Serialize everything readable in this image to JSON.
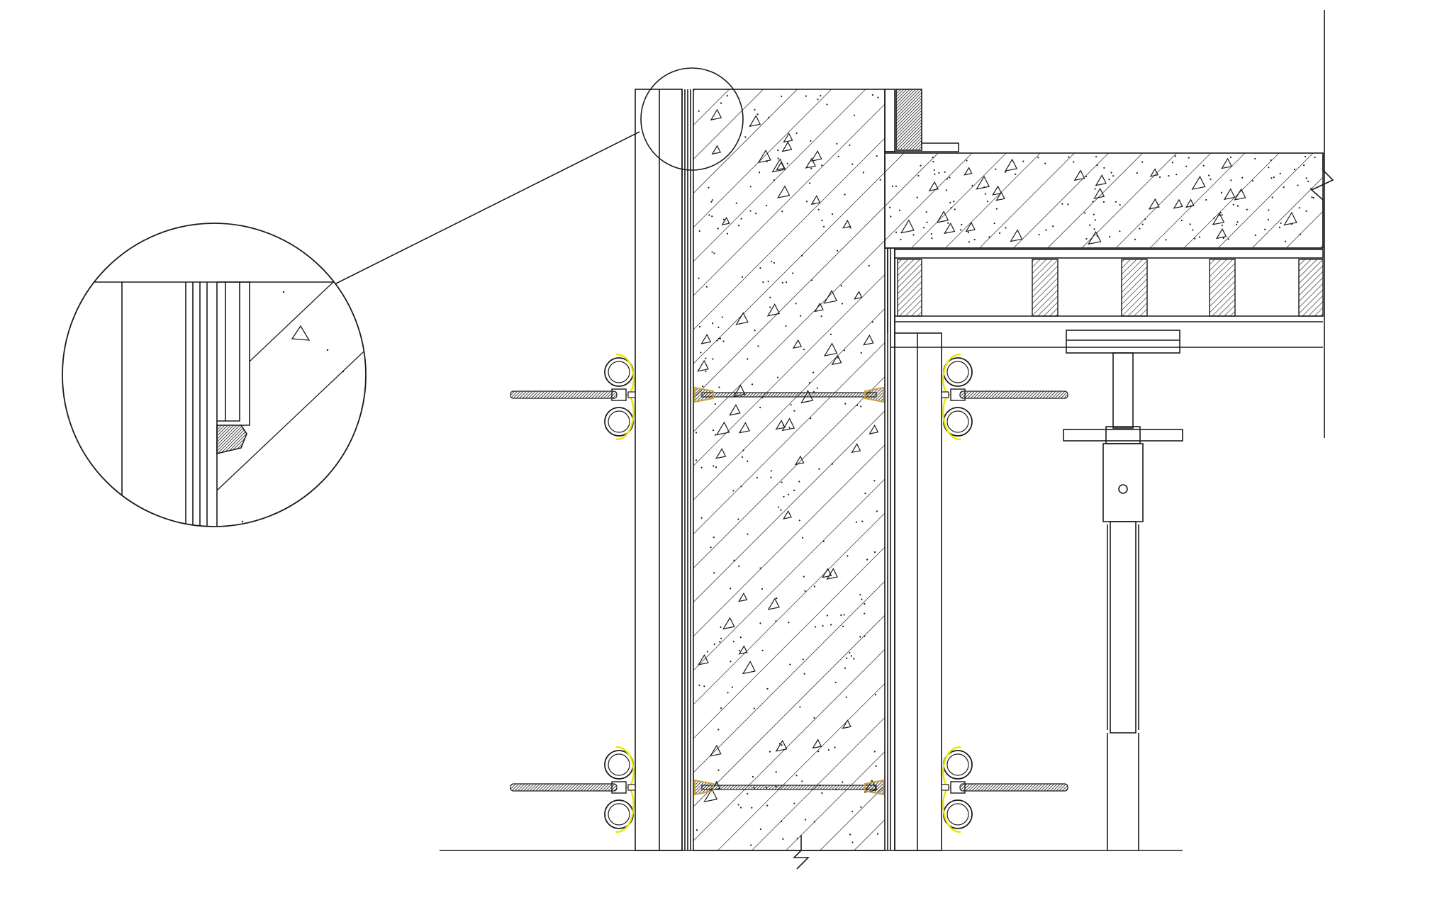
{
  "drawing": {
    "kind": "cad-section-detail",
    "subject": "formwork-wall-slab-junction",
    "background": "#ffffff",
    "line_color": "#1a1a1a",
    "highlight_color": "#e8e800",
    "tie_cone_color": "#c8a040",
    "components": [
      "concrete-wall",
      "concrete-slab",
      "wall-formwork-outer",
      "wall-formwork-inner",
      "slab-formwork-deck",
      "timber-joists",
      "double-tube-walers",
      "form-ties",
      "adjustable-prop",
      "corner-filler",
      "detail-callout"
    ],
    "tie_levels": 2,
    "joist_count": 5
  }
}
